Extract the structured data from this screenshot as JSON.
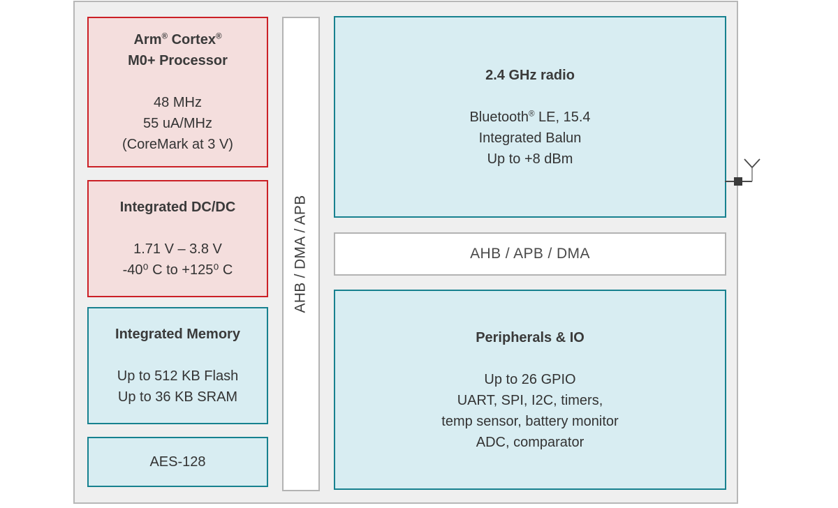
{
  "colors": {
    "container_bg": "#efefef",
    "container_border": "#b7b7b7",
    "pink_fill": "#f4dedd",
    "red_border": "#cb2026",
    "cyan_fill": "#d8edf2",
    "teal_border": "#17818f",
    "white_fill": "#ffffff",
    "gray_border": "#b3b3b3",
    "text": "#363636"
  },
  "blocks": {
    "processor": {
      "title_lines": [
        "Arm® Cortex®",
        "M0+ Processor"
      ],
      "body_lines": [
        "48 MHz",
        "55 uA/MHz",
        "(CoreMark at 3 V)"
      ]
    },
    "dcdc": {
      "title_lines": [
        "Integrated DC/DC"
      ],
      "body_lines": [
        "1.71 V – 3.8 V",
        "-40⁰ C to +125⁰ C"
      ]
    },
    "memory": {
      "title_lines": [
        "Integrated Memory"
      ],
      "body_lines": [
        "Up to 512 KB Flash",
        "Up to 36 KB SRAM"
      ]
    },
    "aes": {
      "label": "AES-128"
    },
    "vertical_bus": {
      "label": "AHB / DMA / APB"
    },
    "radio": {
      "title_lines": [
        "2.4 GHz radio"
      ],
      "body_lines": [
        "Bluetooth® LE, 15.4",
        "Integrated Balun",
        "Up to +8 dBm"
      ]
    },
    "horizontal_bus": {
      "label": "AHB / APB / DMA"
    },
    "peripherals": {
      "title_lines": [
        "Peripherals & IO"
      ],
      "body_lines": [
        "Up to 26 GPIO",
        "UART, SPI, I2C, timers,",
        "temp sensor, battery monitor",
        "ADC, comparator"
      ]
    }
  },
  "icons": {
    "antenna": "antenna-icon"
  }
}
